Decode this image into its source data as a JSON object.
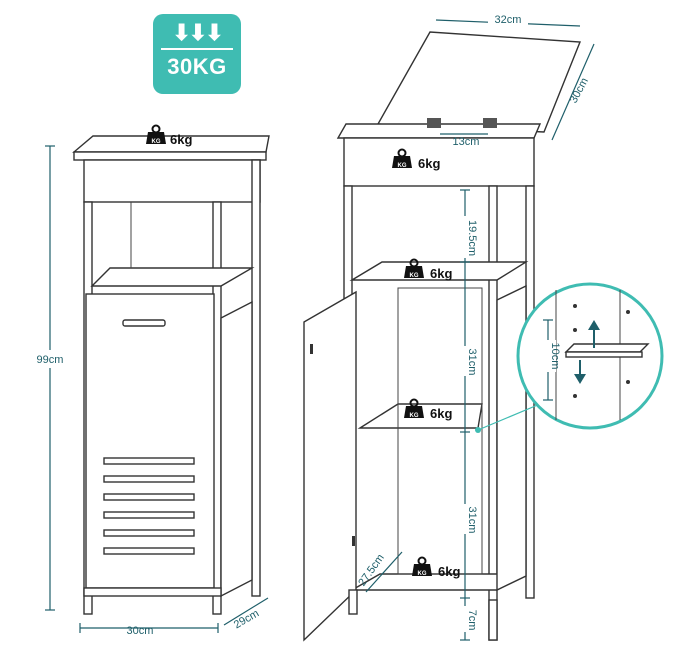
{
  "badge": {
    "capacity": "30KG",
    "icon": "down-arrows-icon"
  },
  "left_cabinet": {
    "top_load": "6kg",
    "height": "99cm",
    "width": "30cm",
    "depth": "29cm"
  },
  "right_cabinet": {
    "lid_width": "32cm",
    "lid_depth": "30cm",
    "hinge_gap": "13cm",
    "top_load": "6kg",
    "open_shelf_height": "19.5cm",
    "shelf_load": "6kg",
    "upper_compartment": "31cm",
    "middle_shelf_load": "6kg",
    "lower_compartment": "31cm",
    "bottom_load": "6kg",
    "bottom_depth": "27.5cm",
    "leg_height": "7cm"
  },
  "detail": {
    "adjust": "10cm"
  },
  "weight_icon_label": "KG",
  "colors": {
    "accent": "#3fbcb2",
    "dimension": "#1f5f6a"
  }
}
